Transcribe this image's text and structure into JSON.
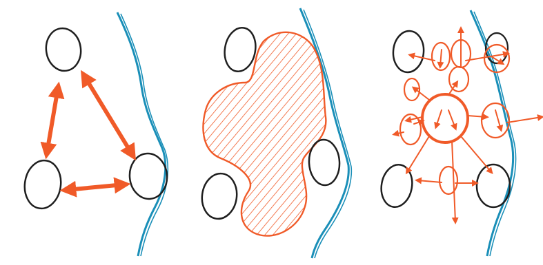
{
  "colors": {
    "background": "#ffffff",
    "circle_outline": "#1f1f1f",
    "accent_orange": "#f05a28",
    "boundary_blue": "#1a8fb8"
  },
  "panels": [
    {
      "name": "connected-circles",
      "arrow_count": 3,
      "circle_count": 3
    },
    {
      "name": "hatched-blob",
      "circle_count": 3
    },
    {
      "name": "radiating-network",
      "circle_count": 4
    }
  ]
}
